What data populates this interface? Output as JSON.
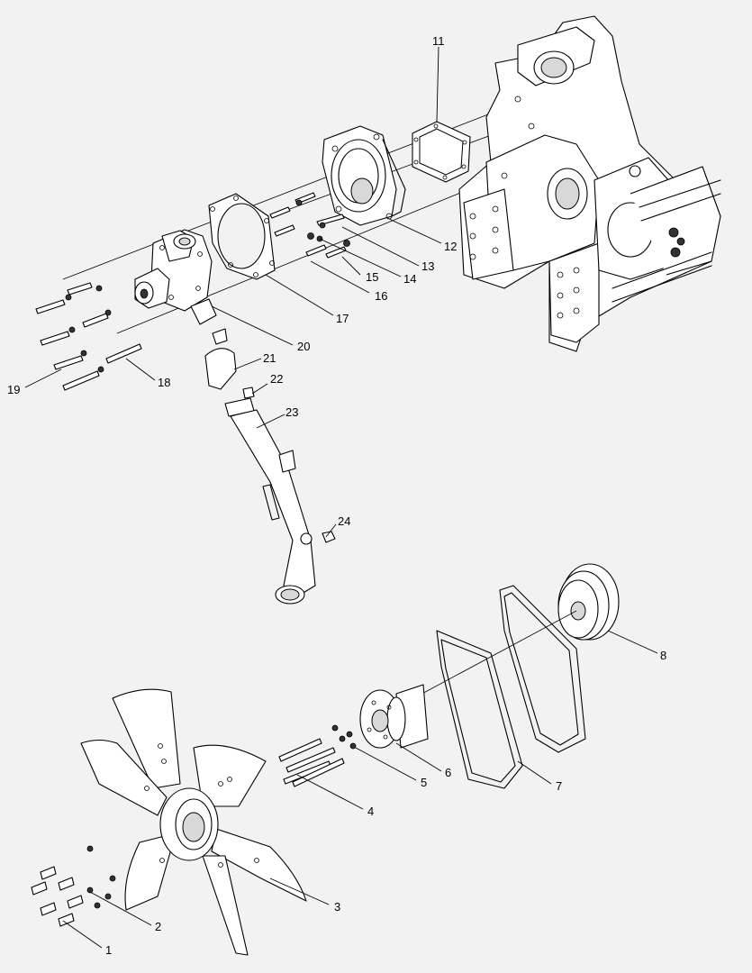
{
  "callouts": {
    "c1": "1",
    "c2": "2",
    "c3": "3",
    "c4": "4",
    "c5": "5",
    "c6": "6",
    "c7": "7",
    "c8": "8",
    "c11": "11",
    "c12": "12",
    "c13": "13",
    "c14": "14",
    "c15": "15",
    "c16": "16",
    "c17": "17",
    "c18": "18",
    "c19": "19",
    "c20": "20",
    "c21": "21",
    "c22": "22",
    "c23": "23",
    "c24": "24"
  }
}
